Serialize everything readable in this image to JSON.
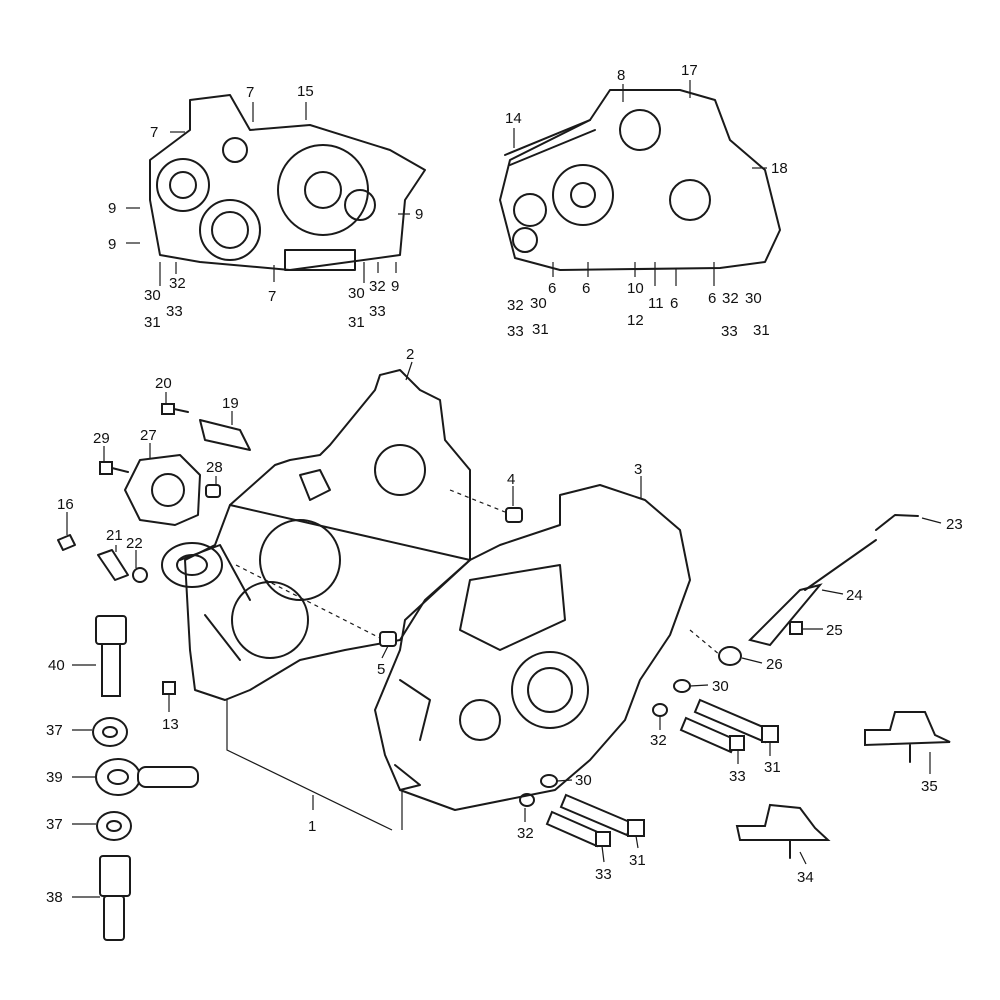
{
  "colors": {
    "background": "#ffffff",
    "ink": "#1a1a1a"
  },
  "callouts": [
    "1",
    "2",
    "3",
    "4",
    "5",
    "6",
    "7",
    "8",
    "9",
    "10",
    "11",
    "12",
    "13",
    "14",
    "15",
    "16",
    "17",
    "18",
    "19",
    "20",
    "21",
    "22",
    "23",
    "24",
    "25",
    "26",
    "27",
    "28",
    "29",
    "30",
    "31",
    "32",
    "33",
    "34",
    "35",
    "37",
    "38",
    "39",
    "40"
  ]
}
